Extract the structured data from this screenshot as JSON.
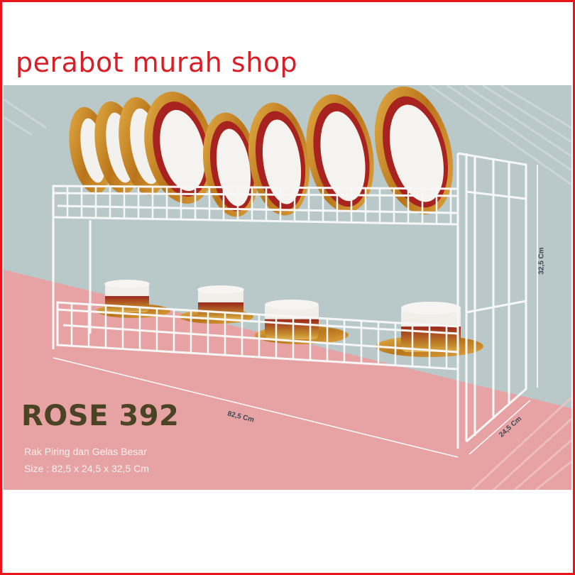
{
  "shop_name": "perabot murah shop",
  "product": {
    "name": "ROSE 392",
    "description": "Rak Piring dan Gelas Besar",
    "size": "Size : 82,5 x 24,5 x 32,5 Cm"
  },
  "dimensions": {
    "length": "82,5 Cm",
    "depth": "24,5 Cm",
    "height": "32,5 Cm"
  },
  "colors": {
    "border": "#e8141b",
    "shop_text": "#d81f26",
    "background_top": "#b8c7c8",
    "background_bottom": "#e8a3a5",
    "rack": "#f7f7f7",
    "plate_gold": "#c98a1e",
    "plate_red": "#a8231f"
  }
}
